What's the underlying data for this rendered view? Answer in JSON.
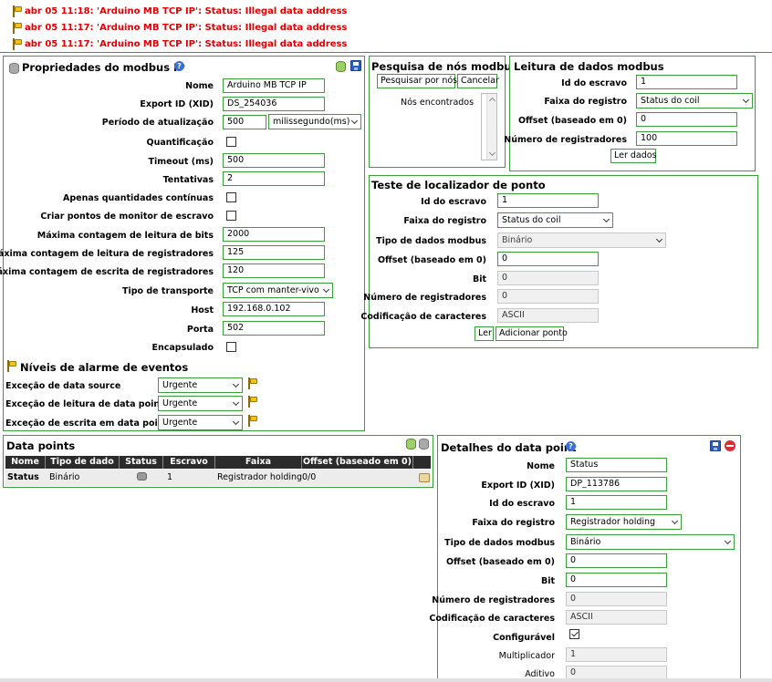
{
  "alarms": [
    {
      "text": "abr 05 11:18: 'Arduino MB TCP IP': Status: Illegal data address"
    },
    {
      "text": "abr 05 11:17: 'Arduino MB TCP IP': Status: Illegal data address"
    },
    {
      "text": "abr 05 11:17: 'Arduino MB TCP IP': Status: Illegal data address"
    }
  ],
  "props": {
    "title": "Propriedades do modbus IP",
    "nome_label": "Nome",
    "nome_value": "Arduino MB TCP IP",
    "xid_label": "Export ID (XID)",
    "xid_value": "DS_254036",
    "periodo_label": "Período de atualização",
    "periodo_value": "500",
    "periodo_unit": "milissegundo(ms)",
    "quant_label": "Quantificação",
    "timeout_label": "Timeout (ms)",
    "timeout_value": "500",
    "tentativas_label": "Tentativas",
    "tentativas_value": "2",
    "continuas_label": "Apenas quantidades contínuas",
    "monitor_label": "Criar pontos de monitor de escravo",
    "max_bits_label": "Máxima contagem de leitura de bits",
    "max_bits_value": "2000",
    "max_regs_label": "Máxima contagem de leitura de registradores",
    "max_regs_value": "125",
    "max_write_label": "Máxima contagem de escrita de registradores",
    "max_write_value": "120",
    "transporte_label": "Tipo de transporte",
    "transporte_value": "TCP com manter-vivo",
    "host_label": "Host",
    "host_value": "192.168.0.102",
    "porta_label": "Porta",
    "porta_value": "502",
    "encaps_label": "Encapsulado",
    "alarm_title": "Níveis de alarme de eventos",
    "exc_ds_label": "Exceção de data source",
    "exc_ds_value": "Urgente",
    "exc_read_label": "Exceção de leitura de data point",
    "exc_read_value": "Urgente",
    "exc_write_label": "Exceção de escrita em data point",
    "exc_write_value": "Urgente"
  },
  "scan": {
    "title": "Pesquisa de nós modbus",
    "search_btn": "Pesquisar por nós",
    "cancel_btn": "Cancelar",
    "found_label": "Nós encontrados"
  },
  "read": {
    "title": "Leitura de dados modbus",
    "slave_label": "Id do escravo",
    "slave_value": "1",
    "range_label": "Faixa do registro",
    "range_value": "Status do coil",
    "offset_label": "Offset (baseado em 0)",
    "offset_value": "0",
    "count_label": "Número de registradores",
    "count_value": "100",
    "read_btn": "Ler dados"
  },
  "locator": {
    "title": "Teste de localizador de ponto",
    "slave_label": "Id do escravo",
    "slave_value": "1",
    "range_label": "Faixa do registro",
    "range_value": "Status do coil",
    "type_label": "Tipo de dados modbus",
    "type_value": "Binário",
    "offset_label": "Offset (baseado em 0)",
    "offset_value": "0",
    "bit_label": "Bit",
    "bit_value": "0",
    "count_label": "Número de registradores",
    "count_value": "0",
    "enc_label": "Codificação de caracteres",
    "enc_value": "ASCII",
    "read_btn": "Ler",
    "add_btn": "Adicionar ponto"
  },
  "points": {
    "title": "Data points",
    "headers": [
      "Nome",
      "Tipo de dado",
      "Status",
      "Escravo",
      "Faixa",
      "Offset (baseado em 0)"
    ],
    "rows": [
      {
        "nome": "Status",
        "tipo": "Binário",
        "escravo": "1",
        "faixa": "Registrador holding",
        "offset": "0/0"
      }
    ]
  },
  "details": {
    "title": "Detalhes do data point",
    "nome_label": "Nome",
    "nome_value": "Status",
    "xid_label": "Export ID (XID)",
    "xid_value": "DP_113786",
    "slave_label": "Id do escravo",
    "slave_value": "1",
    "range_label": "Faixa do registro",
    "range_value": "Registrador holding",
    "type_label": "Tipo de dados modbus",
    "type_value": "Binário",
    "offset_label": "Offset (baseado em 0)",
    "offset_value": "0",
    "bit_label": "Bit",
    "bit_value": "0",
    "count_label": "Número de registradores",
    "count_value": "0",
    "enc_label": "Codificação de caracteres",
    "enc_value": "ASCII",
    "config_label": "Configurável",
    "mult_label": "Multiplicador",
    "mult_value": "1",
    "add_label": "Aditivo",
    "add_value": "0"
  }
}
